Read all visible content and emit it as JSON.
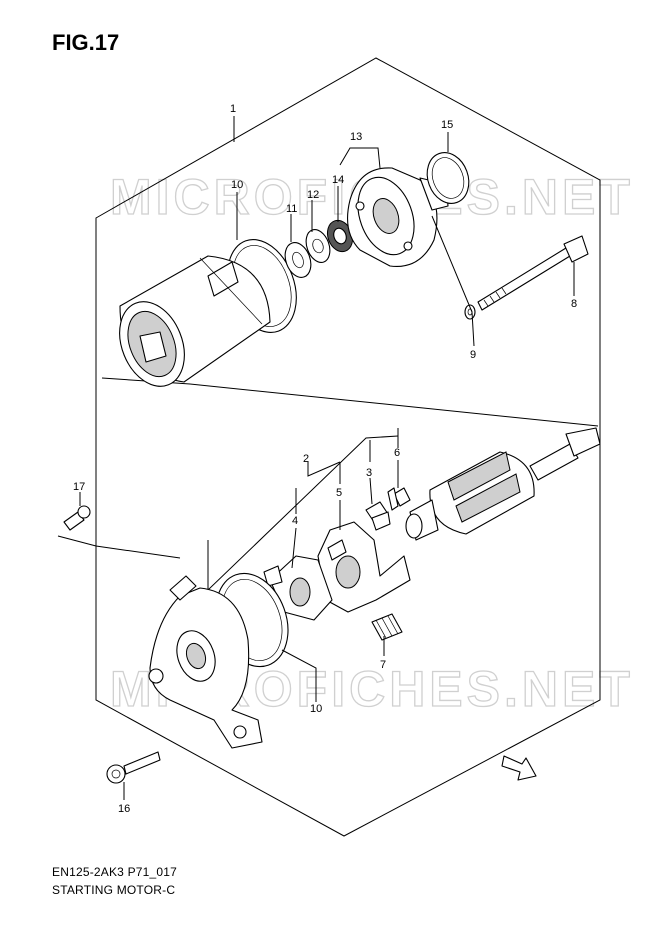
{
  "header": {
    "figure_label": "FIG.17"
  },
  "watermark": {
    "text": "MICROFICHES.NET"
  },
  "callouts": {
    "p1": "1",
    "p2": "2",
    "p3": "3",
    "p4": "4",
    "p5": "5",
    "p6": "6",
    "p7": "7",
    "p8": "8",
    "p9": "9",
    "p10a": "10",
    "p10b": "10",
    "p11": "11",
    "p12": "12",
    "p13": "13",
    "p14": "14",
    "p15": "15",
    "p16": "16",
    "p17": "17"
  },
  "footer": {
    "diagram_code": "EN125-2AK3 P71_017",
    "diagram_name": "STARTING MOTOR-C"
  },
  "icons": {
    "forward_arrow": "fwd-arrow-icon"
  }
}
